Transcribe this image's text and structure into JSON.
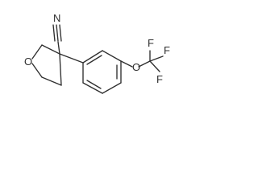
{
  "molecule": {
    "atoms": {
      "nitrile_n": "N",
      "ring_o": "O",
      "ether_o": "O",
      "f1": "F",
      "f2": "F",
      "f3": "F"
    }
  }
}
